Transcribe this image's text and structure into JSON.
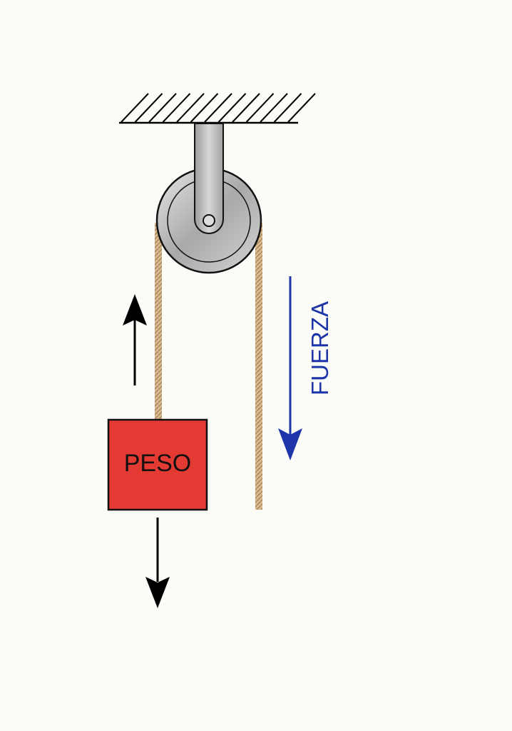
{
  "diagram": {
    "block_label": "PESO",
    "force_label": "FUERZA",
    "colors": {
      "block": "#e33a33",
      "force_arrow": "#1d35a8",
      "rope": "#d6b285",
      "pulley": "#b8b8b8",
      "arrows": "#000000"
    },
    "icons": [
      "ceiling-hatch",
      "pulley-wheel",
      "pulley-bracket",
      "rope",
      "up-arrow",
      "down-arrow",
      "force-arrow"
    ]
  }
}
